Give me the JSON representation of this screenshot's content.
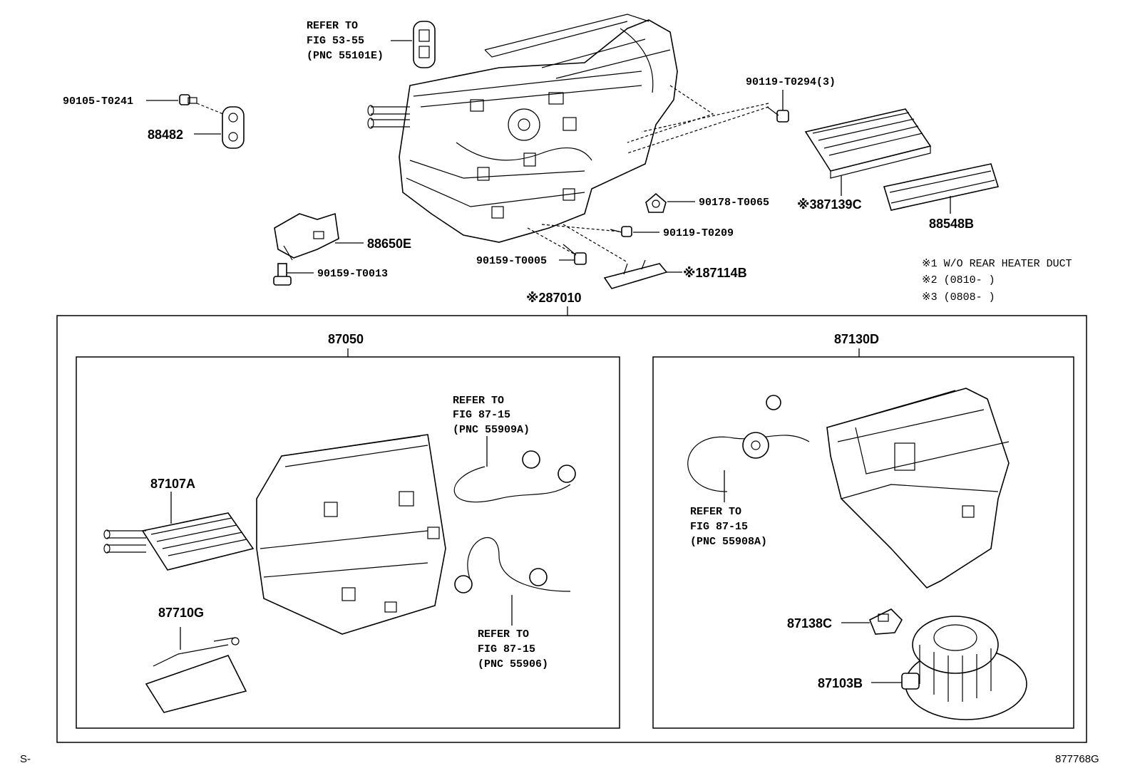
{
  "labels": {
    "refer_fig53": [
      "REFER TO",
      "FIG 53-55",
      "(PNC 55101E)"
    ],
    "p90105": "90105-T0241",
    "p88482": "88482",
    "p90119_t0294": "90119-T0294(3)",
    "p87139c": "※387139C",
    "p88548b": "88548B",
    "p90178": "90178-T0065",
    "p90119_t0209": "90119-T0209",
    "p88650e": "88650E",
    "p90159_t0013": "90159-T0013",
    "p90159_t0005": "90159-T0005",
    "p87114b": "※187114B",
    "p87010": "※287010",
    "p87050": "87050",
    "p87130d": "87130D",
    "p87107a": "87107A",
    "p87710g": "87710G",
    "refer_55909a": [
      "REFER TO",
      "FIG 87-15",
      "(PNC 55909A)"
    ],
    "refer_55906": [
      "REFER TO",
      "FIG 87-15",
      "(PNC 55906)"
    ],
    "refer_55908a": [
      "REFER TO",
      "FIG 87-15",
      "(PNC 55908A)"
    ],
    "p87138c": "87138C",
    "p87103b": "87103B"
  },
  "notes": [
    "※1 W/O REAR HEATER DUCT",
    "※2 (0810-     )",
    "※3 (0808-     )"
  ],
  "corner_left": "S-",
  "corner_right": "877768G"
}
